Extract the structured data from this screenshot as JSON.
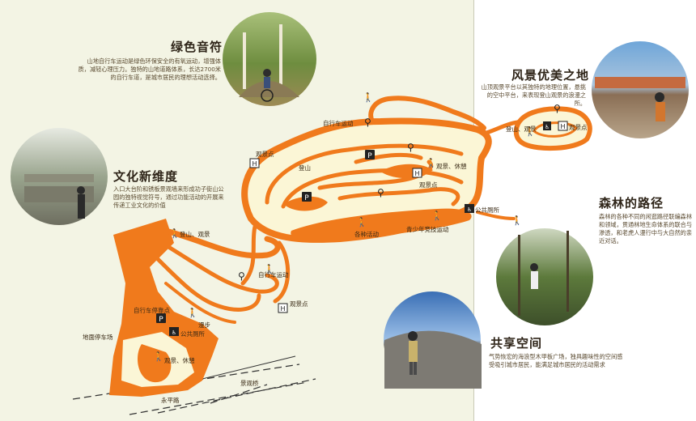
{
  "sections": {
    "green": {
      "title": "绿色音符",
      "body": "山地自行车运动是绿色环保安全的有氧运动，增强体质，减轻心理压力。独特的山地道路体系，长达2700米的自行车道，是城市居民的理想活动选择。"
    },
    "culture": {
      "title": "文化新维度",
      "body": "入口大台阶和锈板景观墙来形成功子街山公园的独特视觉符号，通过功能活动的开展来传递工业文化的价值"
    },
    "scenic": {
      "title": "风景优美之地",
      "body": "山顶观景平台以其独特的地理位置，悬挑的空中平台，来表现登山观景的浪漫之所。"
    },
    "forest": {
      "title": "森林的路径",
      "body": "森林的各种不同的闲逛路径联编森林和领域，贯通林地生命体系的联合与渗透，和老虎人漫行中与大自然的亲近对话。"
    },
    "shared": {
      "title": "共享空间",
      "body": "气势恢宏的海浪型木甲板广场，独具趣味性的空间感受吸引城市居民，能满足城市居民的活动需求"
    }
  },
  "map_labels": {
    "bike1": "自行车运动",
    "viewpoint1": "观景点",
    "climb": "登山",
    "view_rest1": "观景、休憩",
    "viewpoint2": "观景点",
    "toilet1": "公共厕所",
    "activities": "各种活动",
    "youth": "青少年竞技运动",
    "climb_view": "登山、观景",
    "bike2": "自行车运动",
    "viewpoint3": "观景点",
    "bike_parking": "自行车停靠点",
    "walk": "漫步",
    "toilet2": "公共厕所",
    "underground_parking": "地面停车场",
    "view_rest2": "观景、休憩",
    "bridge": "景观桥",
    "road": "永平路",
    "top_climb_view": "登山、观景",
    "top_viewpoint": "观景点"
  },
  "colors": {
    "path": "#f07a1c",
    "ground": "#f3f4e4",
    "fill_light": "#fbf6d6"
  }
}
